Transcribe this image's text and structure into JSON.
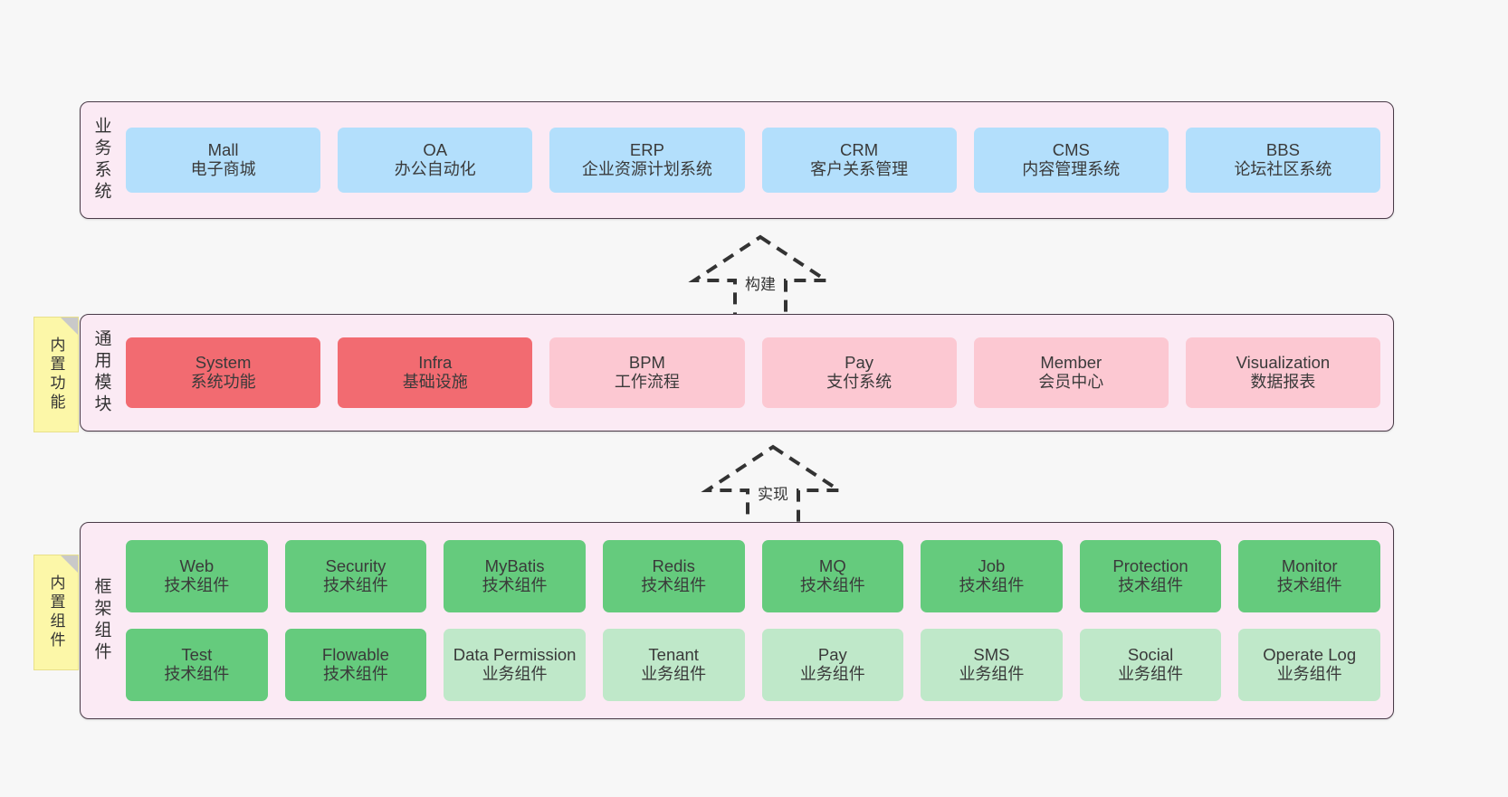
{
  "diagram": {
    "background_color": "#f7f7f7",
    "panel_fill": "#fbeaf4",
    "panel_border": "#4a3b48",
    "note_fill": "#fcf7a8"
  },
  "notes": [
    {
      "id": "builtin-functions",
      "label": "内置功能"
    },
    {
      "id": "builtin-components",
      "label": "内置组件"
    }
  ],
  "arrows": [
    {
      "id": "build",
      "label": "构建",
      "style": "dashed-hollow-up"
    },
    {
      "id": "implement",
      "label": "实现",
      "style": "dashed-hollow-up"
    }
  ],
  "layers": [
    {
      "id": "business-system",
      "title": "业务系统",
      "color": "#b3dffc",
      "rows": [
        [
          {
            "en": "Mall",
            "cn": "电子商城",
            "color": "blue"
          },
          {
            "en": "OA",
            "cn": "办公自动化",
            "color": "blue"
          },
          {
            "en": "ERP",
            "cn": "企业资源计划系统",
            "color": "blue"
          },
          {
            "en": "CRM",
            "cn": "客户关系管理",
            "color": "blue"
          },
          {
            "en": "CMS",
            "cn": "内容管理系统",
            "color": "blue"
          },
          {
            "en": "BBS",
            "cn": "论坛社区系统",
            "color": "blue"
          }
        ]
      ]
    },
    {
      "id": "common-module",
      "title": "通用模块",
      "color": "#f26b71",
      "rows": [
        [
          {
            "en": "System",
            "cn": "系统功能",
            "color": "red"
          },
          {
            "en": "Infra",
            "cn": "基础设施",
            "color": "red"
          },
          {
            "en": "BPM",
            "cn": "工作流程",
            "color": "pink"
          },
          {
            "en": "Pay",
            "cn": "支付系统",
            "color": "pink"
          },
          {
            "en": "Member",
            "cn": "会员中心",
            "color": "pink"
          },
          {
            "en": "Visualization",
            "cn": "数据报表",
            "color": "pink"
          }
        ]
      ]
    },
    {
      "id": "framework-component",
      "title": "框架组件",
      "color": "#65cb7d",
      "rows": [
        [
          {
            "en": "Web",
            "cn": "技术组件",
            "color": "green"
          },
          {
            "en": "Security",
            "cn": "技术组件",
            "color": "green"
          },
          {
            "en": "MyBatis",
            "cn": "技术组件",
            "color": "green"
          },
          {
            "en": "Redis",
            "cn": "技术组件",
            "color": "green"
          },
          {
            "en": "MQ",
            "cn": "技术组件",
            "color": "green"
          },
          {
            "en": "Job",
            "cn": "技术组件",
            "color": "green"
          },
          {
            "en": "Protection",
            "cn": "技术组件",
            "color": "green"
          },
          {
            "en": "Monitor",
            "cn": "技术组件",
            "color": "green"
          }
        ],
        [
          {
            "en": "Test",
            "cn": "技术组件",
            "color": "green"
          },
          {
            "en": "Flowable",
            "cn": "技术组件",
            "color": "green"
          },
          {
            "en": "Data Permission",
            "cn": "业务组件",
            "color": "lgreen"
          },
          {
            "en": "Tenant",
            "cn": "业务组件",
            "color": "lgreen"
          },
          {
            "en": "Pay",
            "cn": "业务组件",
            "color": "lgreen"
          },
          {
            "en": "SMS",
            "cn": "业务组件",
            "color": "lgreen"
          },
          {
            "en": "Social",
            "cn": "业务组件",
            "color": "lgreen"
          },
          {
            "en": "Operate Log",
            "cn": "业务组件",
            "color": "lgreen"
          }
        ]
      ]
    }
  ]
}
